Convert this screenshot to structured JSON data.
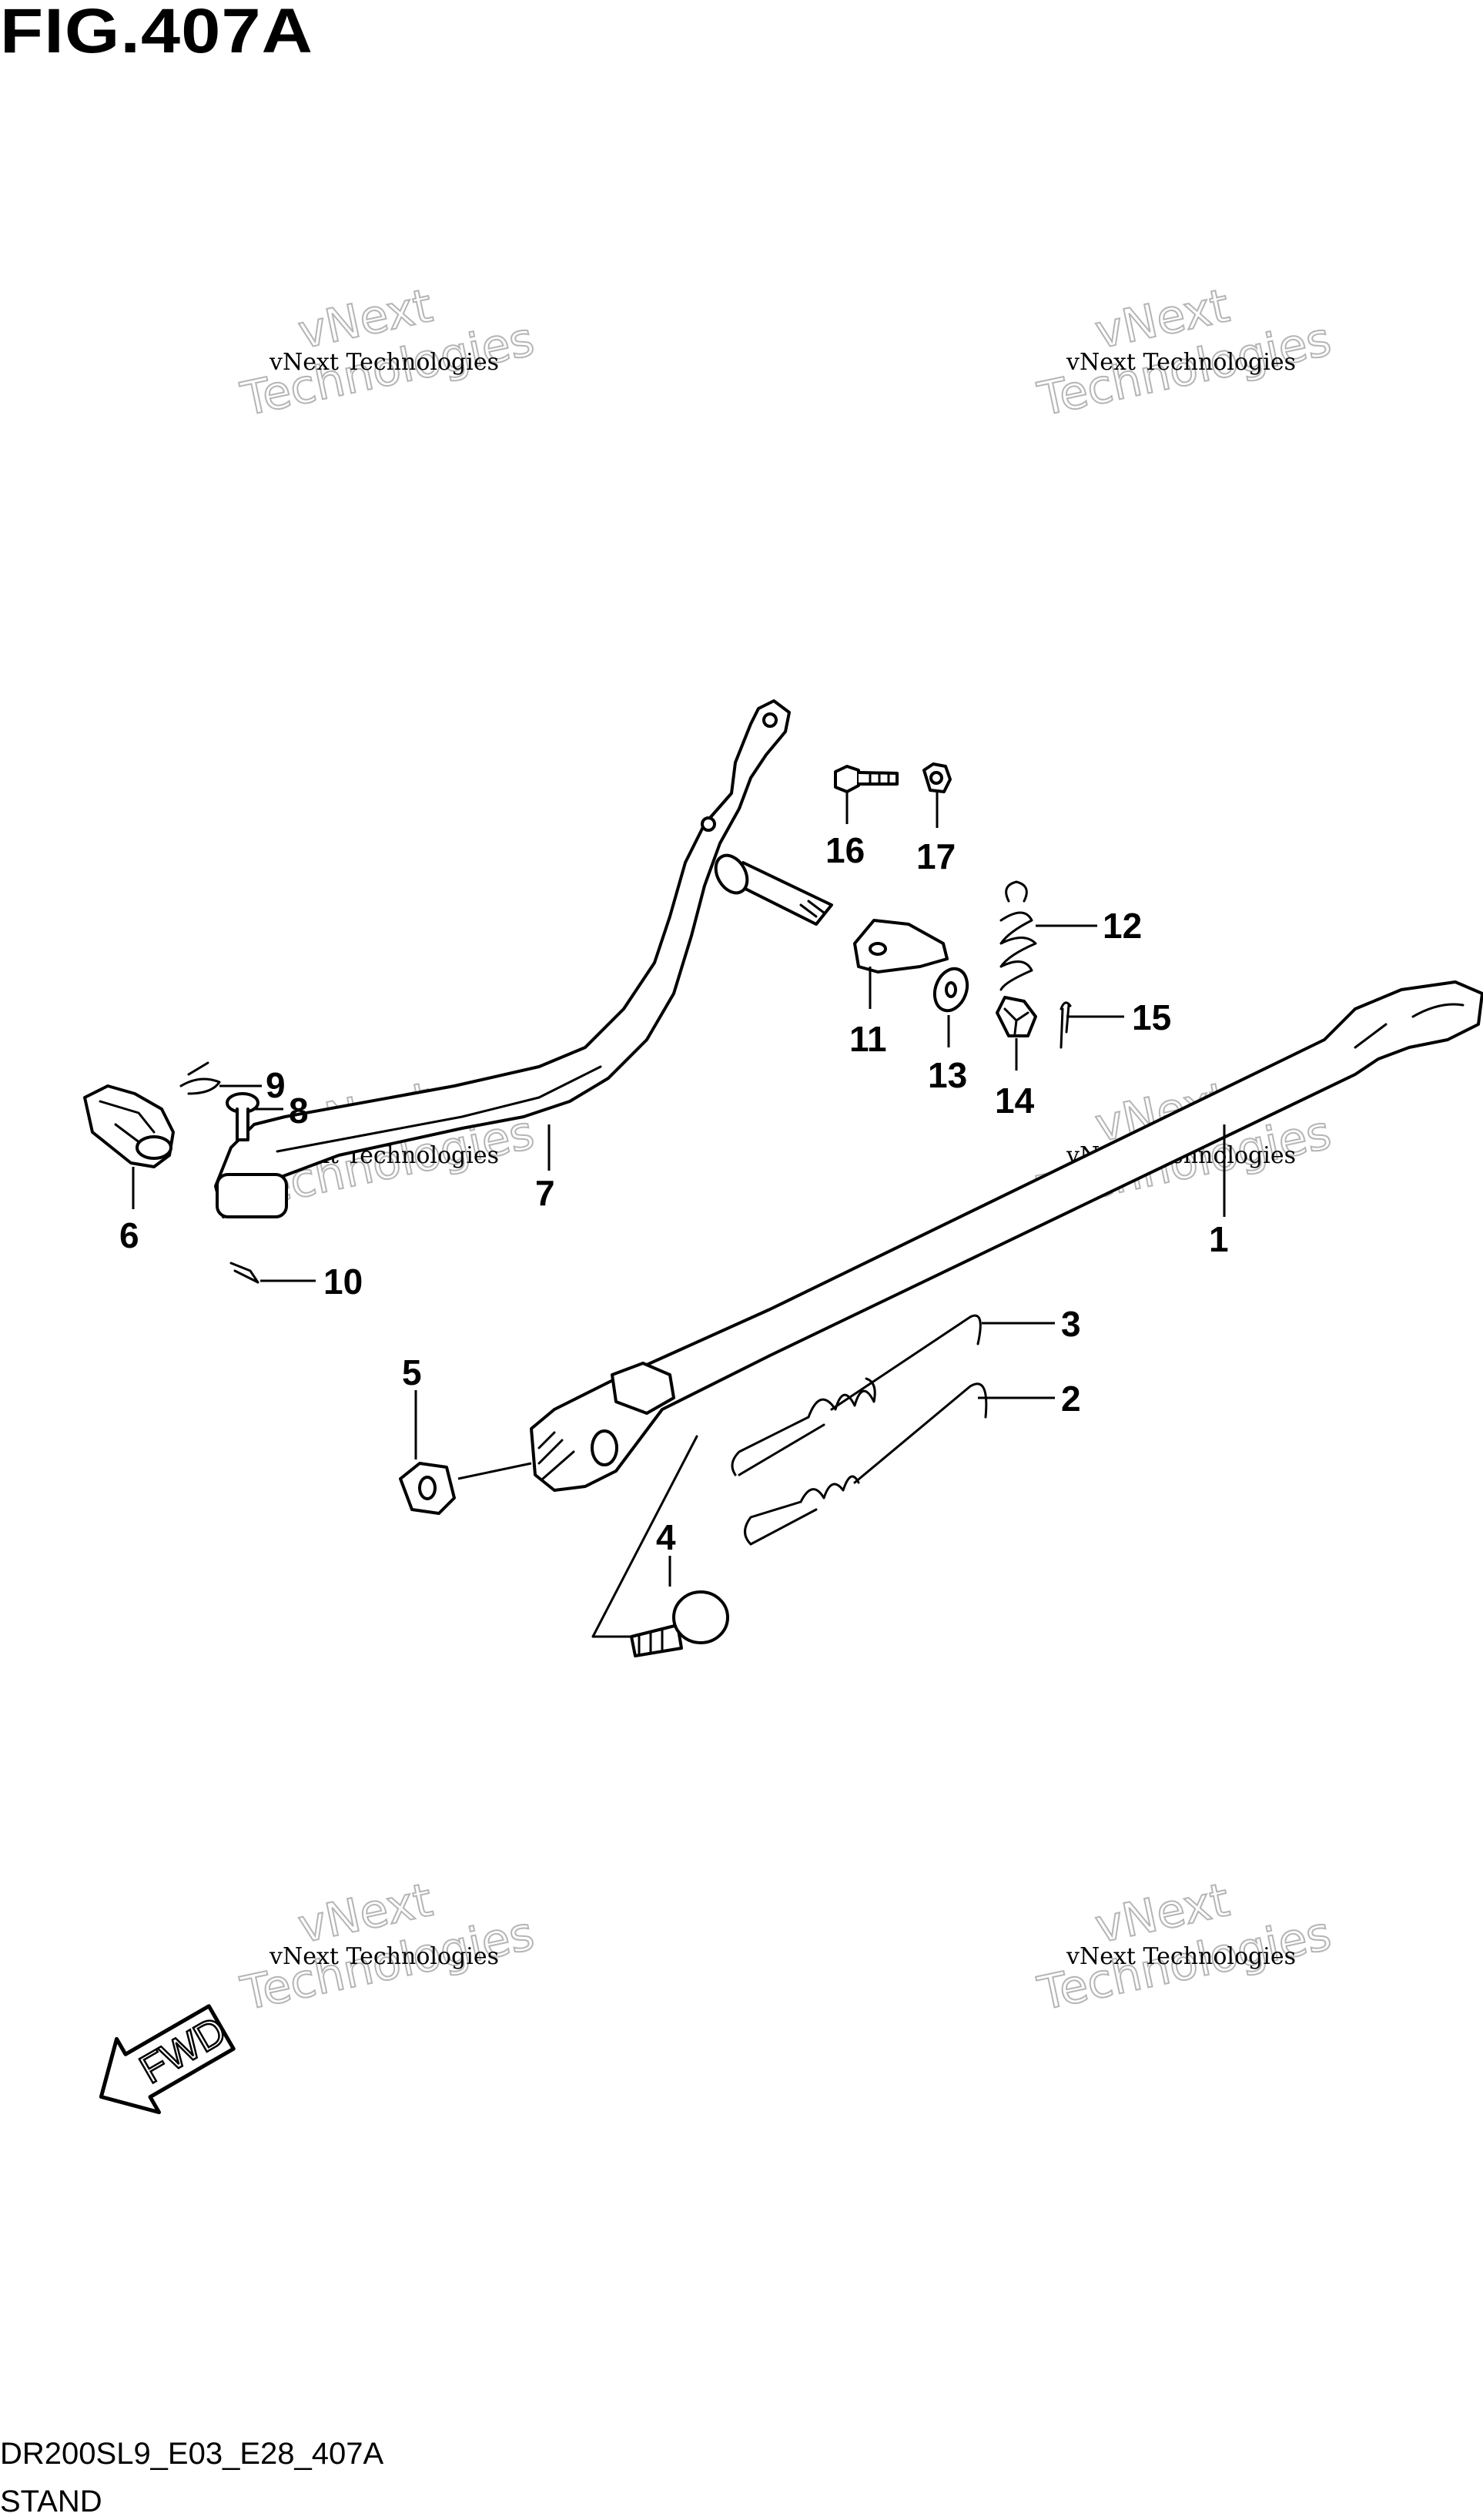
{
  "figure": {
    "title": "FIG.407A",
    "code": "DR200SL9_E03_E28_407A",
    "name": "STAND"
  },
  "callouts": [
    "1",
    "2",
    "3",
    "4",
    "5",
    "6",
    "7",
    "8",
    "9",
    "10",
    "11",
    "12",
    "13",
    "14",
    "15",
    "16",
    "17"
  ],
  "watermark": {
    "small_text": "vNext Technologies",
    "big_line1": "vNext",
    "big_line2": "Technologies"
  },
  "fwd_arrow": {
    "label": "FWD"
  }
}
